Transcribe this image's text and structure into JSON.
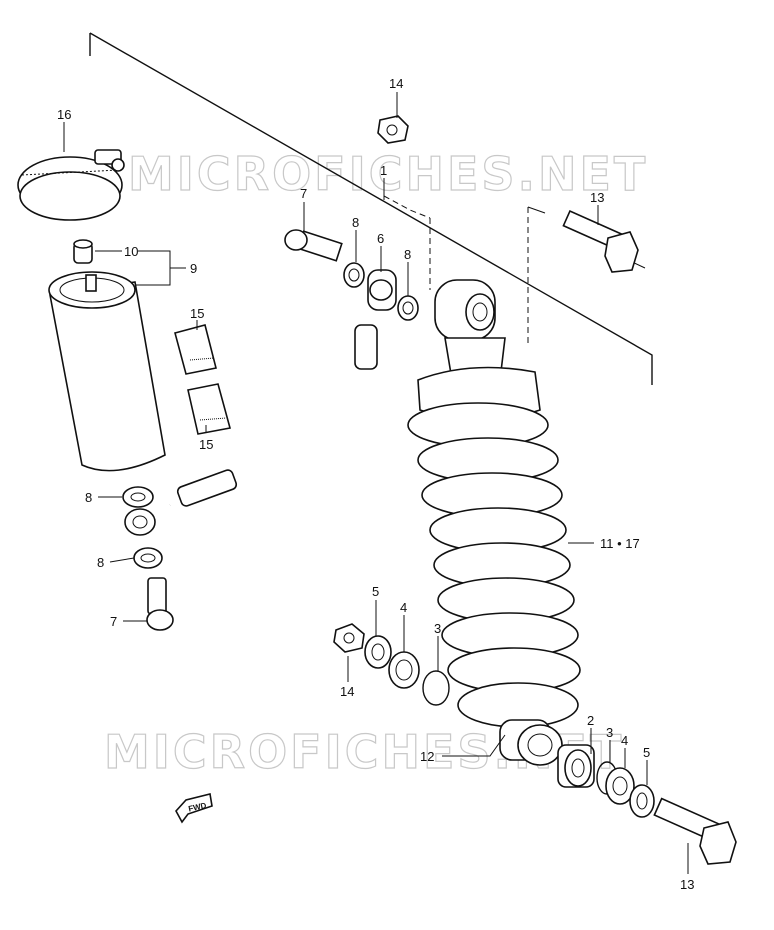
{
  "watermark": {
    "text": "MICROFICHES.NET"
  },
  "fwd_label": "FWD",
  "callouts": {
    "c1": "1",
    "c2": "2",
    "c3a": "3",
    "c3b": "3",
    "c4a": "4",
    "c4b": "4",
    "c5a": "5",
    "c5b": "5",
    "c6": "6",
    "c7a": "7",
    "c7b": "7",
    "c8a": "8",
    "c8b": "8",
    "c8c": "8",
    "c8d": "8",
    "c9": "9",
    "c10": "10",
    "c11_17": "11 • 17",
    "c12": "12",
    "c13a": "13",
    "c13b": "13",
    "c14a": "14",
    "c14b": "14",
    "c15a": "15",
    "c15b": "15",
    "c16": "16"
  }
}
